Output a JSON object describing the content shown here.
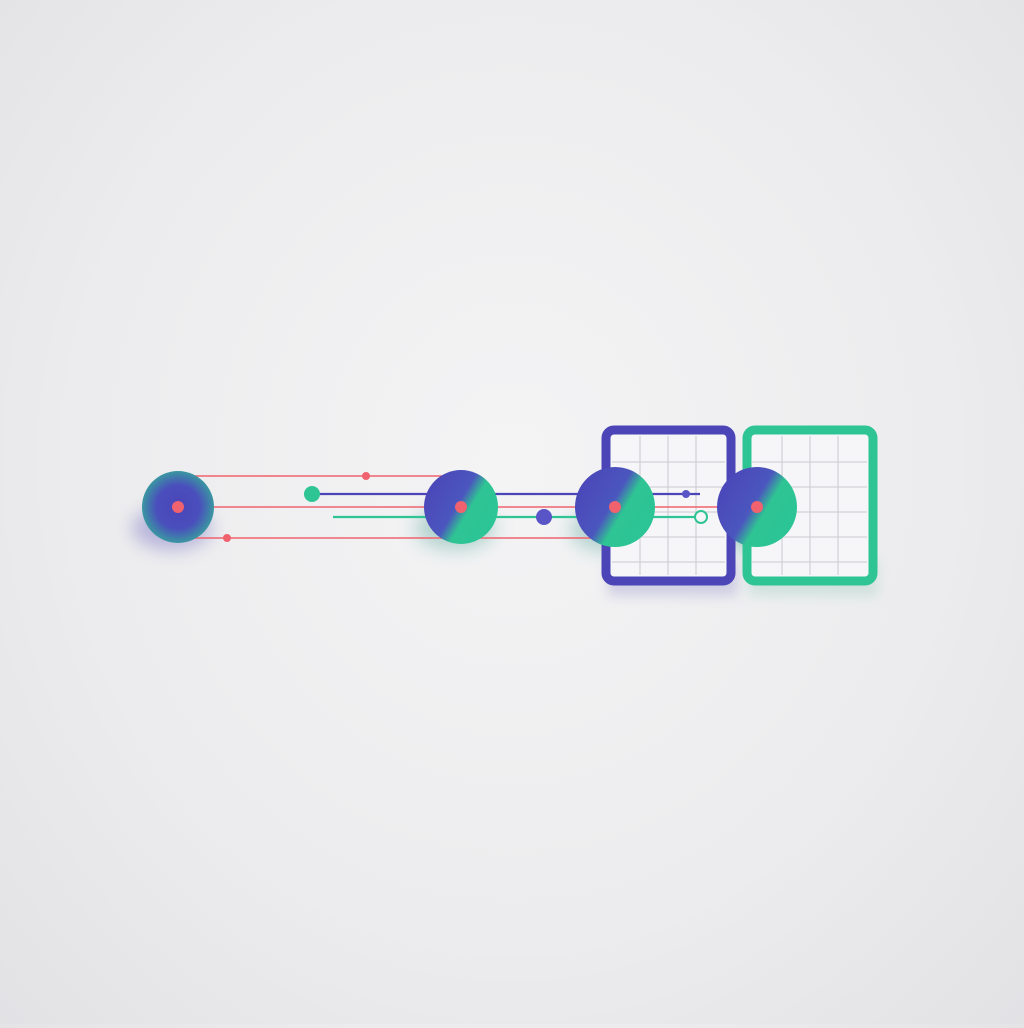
{
  "diagram": {
    "colors": {
      "background": "#ececee",
      "indigo": "#4b45b8",
      "teal": "#2fc493",
      "coral": "#f0626e",
      "grid_line": "#c9c9d1",
      "panel_fill": "#f6f6f8"
    },
    "nodes": [
      {
        "id": "node-1",
        "style": "indigo-dominant"
      },
      {
        "id": "node-2",
        "style": "mixed"
      },
      {
        "id": "node-3",
        "style": "mixed"
      },
      {
        "id": "node-4",
        "style": "mixed"
      }
    ],
    "panels": [
      {
        "id": "panel-1",
        "frame_color": "indigo"
      },
      {
        "id": "panel-2",
        "frame_color": "teal"
      }
    ],
    "connector_colors": [
      "coral",
      "indigo",
      "teal"
    ]
  }
}
